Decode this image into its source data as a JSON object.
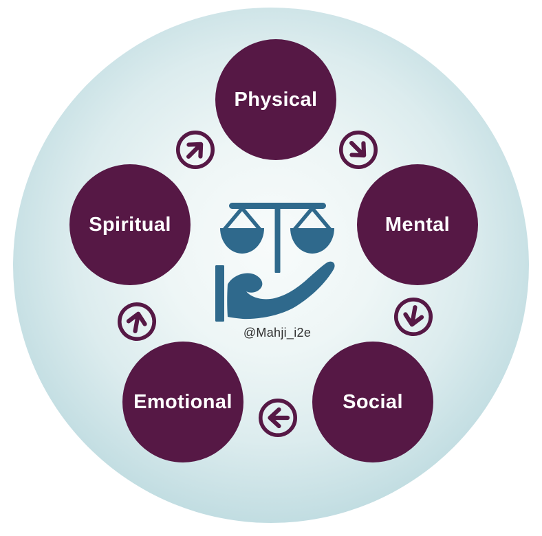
{
  "diagram": {
    "watermark": "@Mahji_i2e",
    "nodes": [
      {
        "label": "Physical",
        "position": "top"
      },
      {
        "label": "Mental",
        "position": "right"
      },
      {
        "label": "Social",
        "position": "bottom-right"
      },
      {
        "label": "Emotional",
        "position": "bottom-left"
      },
      {
        "label": "Spiritual",
        "position": "left"
      }
    ],
    "arrows": [
      {
        "icon": "circled-arrow-up-right-icon",
        "position": "top-left",
        "direction": "up-right",
        "from": "Spiritual",
        "to": "Physical"
      },
      {
        "icon": "circled-arrow-down-right-icon",
        "position": "top-right",
        "direction": "down-right",
        "from": "Physical",
        "to": "Mental"
      },
      {
        "icon": "circled-arrow-down-icon",
        "position": "right",
        "direction": "down",
        "from": "Mental",
        "to": "Social"
      },
      {
        "icon": "circled-arrow-left-icon",
        "position": "bottom",
        "direction": "left",
        "from": "Social",
        "to": "Emotional"
      },
      {
        "icon": "circled-arrow-up-icon",
        "position": "left",
        "direction": "up",
        "from": "Emotional",
        "to": "Spiritual"
      }
    ],
    "center_icon": "balance-scale-in-hand-icon",
    "colors": {
      "node_fill": "#561845",
      "node_text": "#ffffff",
      "arrow": "#561845",
      "scale_icon": "#2f698c",
      "background_circle_edge": "#8dbcc6",
      "background_circle_center": "#f8fbfb",
      "page_background": "#ffffff",
      "watermark_text": "#2f2f2f"
    }
  }
}
